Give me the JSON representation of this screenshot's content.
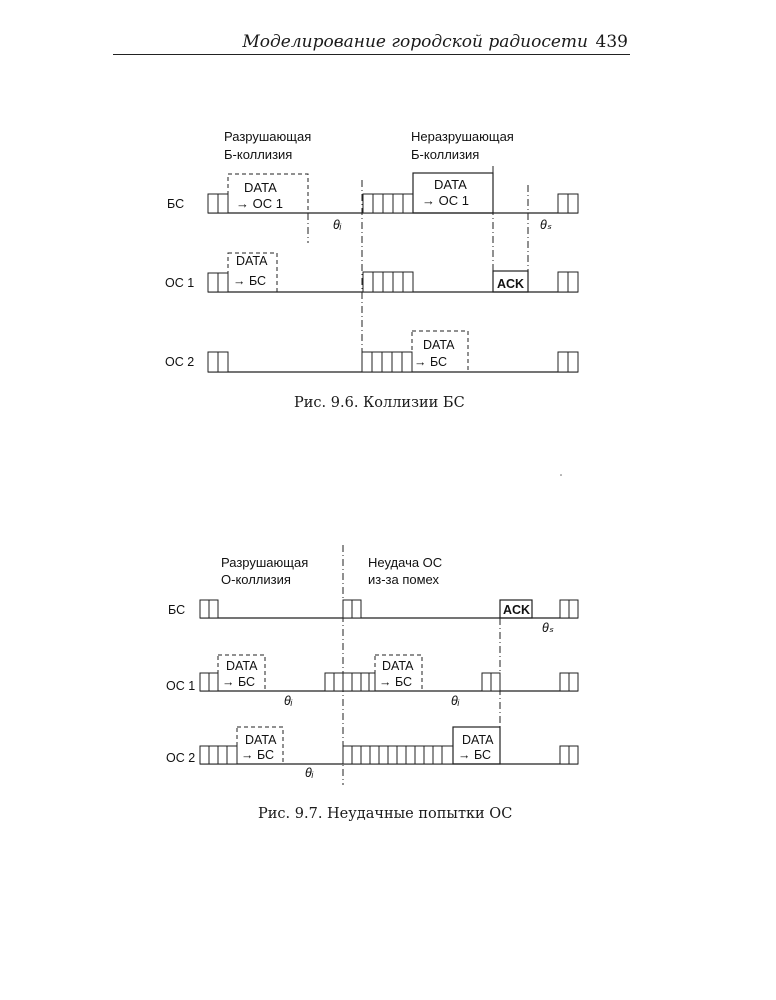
{
  "header": {
    "title": "Моделирование городской радиосети",
    "page_number": "439"
  },
  "figure1": {
    "caption": "Рис. 9.6. Коллизии БС",
    "annotations": {
      "left": [
        "Разрушающая",
        "Б-коллизия"
      ],
      "right": [
        "Неразрушающая",
        "Б-коллизия"
      ]
    },
    "rows": [
      {
        "label": "БС"
      },
      {
        "label": "ОС 1"
      },
      {
        "label": "ОС 2"
      }
    ],
    "frames": {
      "bs_data1": [
        "DATA",
        "→ ОС 1"
      ],
      "bs_data2": [
        "DATA",
        "→ ОС 1"
      ],
      "os1_data": [
        "DATA",
        "→ БС"
      ],
      "os1_ack": "ACK",
      "os2_data": [
        "DATA",
        "→ БС"
      ]
    },
    "theta": {
      "t1": "θᵢ",
      "t2": "θₛ"
    }
  },
  "figure2": {
    "caption": "Рис. 9.7. Неудачные попытки ОС",
    "annotations": {
      "left": [
        "Разрушающая",
        "О-коллизия"
      ],
      "right": [
        "Неудача ОС",
        "из-за помех"
      ]
    },
    "rows": [
      {
        "label": "БС"
      },
      {
        "label": "ОС 1"
      },
      {
        "label": "ОС 2"
      }
    ],
    "frames": {
      "bs_ack": "ACK",
      "os1_data1": [
        "DATA",
        "→ БС"
      ],
      "os1_data2": [
        "DATA",
        "→ БС"
      ],
      "os2_data1": [
        "DATA",
        "→ БС"
      ],
      "os2_data2": [
        "DATA",
        "→ БС"
      ]
    },
    "theta": {
      "t1": "θᵢ",
      "t2": "θᵢ",
      "t3": "θᵢ",
      "t4": "θₛ"
    }
  }
}
